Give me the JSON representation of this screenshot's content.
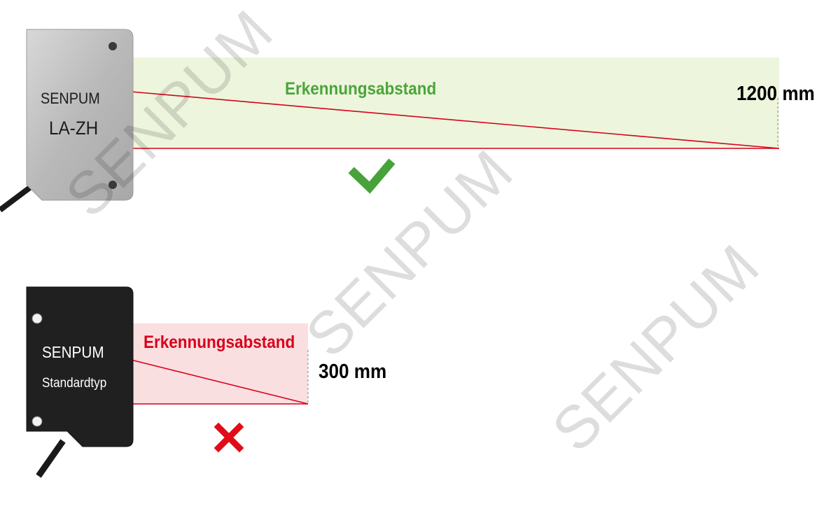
{
  "sensor_top": {
    "brand": "SENPUM",
    "model": "LA-ZH",
    "zone_label": "Erkennungsabstand",
    "distance": "1200 mm",
    "verdict_icon": "checkmark-icon",
    "zone_color": "#edf5dd",
    "label_color": "#4aa53a"
  },
  "sensor_bottom": {
    "brand": "SENPUM",
    "model": "Standardtyp",
    "zone_label": "Erkennungsabstand",
    "distance": "300 mm",
    "verdict_icon": "cross-icon",
    "zone_color": "#fadfe0",
    "label_color": "#d9001b"
  },
  "watermark": "SENPUM",
  "beam_color": "#d9001b"
}
